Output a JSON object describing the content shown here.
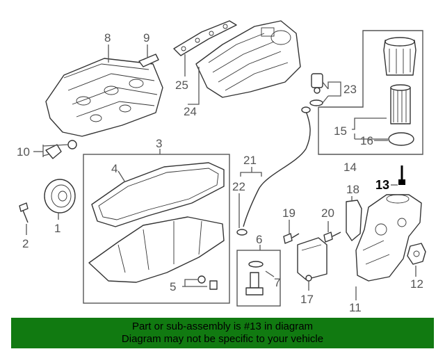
{
  "callouts": {
    "c1": "1",
    "c2": "2",
    "c3": "3",
    "c4": "4",
    "c5": "5",
    "c6": "6",
    "c7": "7",
    "c8": "8",
    "c9": "9",
    "c10": "10",
    "c11": "11",
    "c12": "12",
    "c13": "13",
    "c14": "14",
    "c15": "15",
    "c16": "16",
    "c17": "17",
    "c18": "18",
    "c19": "19",
    "c20": "20",
    "c21": "21",
    "c22": "22",
    "c23": "23",
    "c24": "24",
    "c25": "25"
  },
  "highlight_color": "#000000",
  "footer": {
    "line1": "Part or sub-assembly is #13 in diagram",
    "line2": "Diagram may not be specific to your vehicle",
    "background": "#117a11"
  }
}
